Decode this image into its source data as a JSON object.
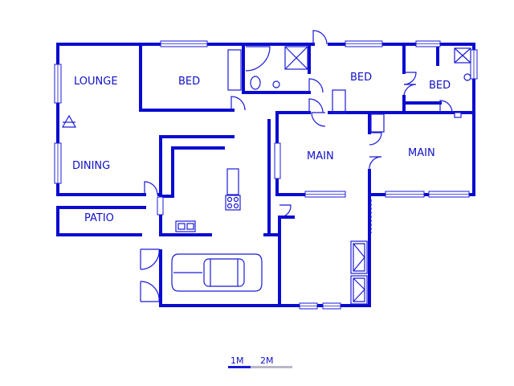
{
  "rooms": {
    "lounge": "LOUNGE",
    "dining": "DINING",
    "patio": "PATIO",
    "bed_1": "BED",
    "bed_2": "BED",
    "bed_3": "BED",
    "main_1": "MAIN",
    "main_2": "MAIN"
  },
  "scale": {
    "label_1": "1M",
    "label_2": "2M"
  },
  "colors": {
    "walls": "#0a0ad0",
    "background": "#ffffff"
  }
}
